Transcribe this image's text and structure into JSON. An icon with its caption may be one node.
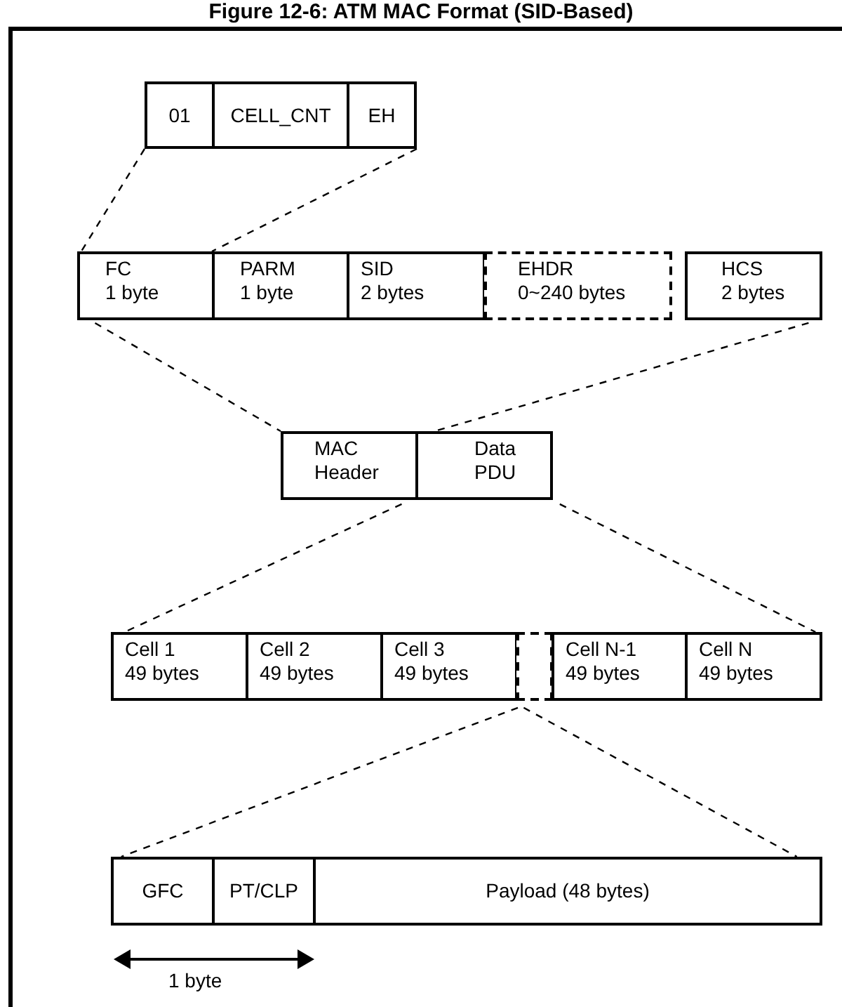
{
  "diagram": {
    "title": "Figure 12-6: ATM MAC Format (SID-Based)",
    "nodes": [
      {
        "text": [
          "01"
        ]
      },
      {
        "text": [
          "CELL_CNT"
        ]
      },
      {
        "text": [
          "EH"
        ]
      },
      {
        "text": [
          "FC",
          "1 byte"
        ]
      },
      {
        "text": [
          "PARM",
          "1 byte"
        ]
      },
      {
        "text": [
          "SID",
          "2 bytes"
        ]
      },
      {
        "text": [
          "EHDR",
          "0~240 bytes"
        ]
      },
      {
        "text": [
          "HCS",
          "2 bytes"
        ]
      },
      {
        "text": [
          "MAC Header"
        ]
      },
      {
        "text": [
          "Data PDU"
        ]
      },
      {
        "text": [
          "Cell 1",
          "49 bytes"
        ]
      },
      {
        "text": [
          "Cell 2",
          "49 bytes"
        ]
      },
      {
        "text": [
          "Cell 3",
          "49 bytes"
        ]
      },
      {
        "text": [],
        "shape": "box"
      },
      {
        "text": [
          "Cell N-1",
          "49 bytes"
        ]
      },
      {
        "text": [
          "Cell N",
          "49 bytes"
        ]
      },
      {
        "text": [
          "GFC"
        ]
      },
      {
        "text": [
          "PT/CLP"
        ]
      },
      {
        "text": [
          "Payload (48 bytes)"
        ]
      }
    ],
    "edges": [
      {
        "from": 0,
        "to": 3,
        "arrow": "none",
        "style": "dashed"
      },
      {
        "from": 2,
        "to": 4,
        "arrow": "none",
        "style": "dashed"
      },
      {
        "from": 3,
        "to": 8,
        "arrow": "none",
        "style": "dashed"
      },
      {
        "from": 7,
        "to": 9,
        "arrow": "none",
        "style": "dashed"
      },
      {
        "from": 8,
        "to": 10,
        "arrow": "none",
        "style": "dashed"
      },
      {
        "from": 9,
        "to": 15,
        "arrow": "none",
        "style": "dashed"
      },
      {
        "from": 12,
        "to": 16,
        "arrow": "none",
        "style": "dashed"
      },
      {
        "from": 13,
        "to": 18,
        "arrow": "none",
        "style": "dashed"
      }
    ],
    "labels": [
      "1 byte"
    ]
  }
}
